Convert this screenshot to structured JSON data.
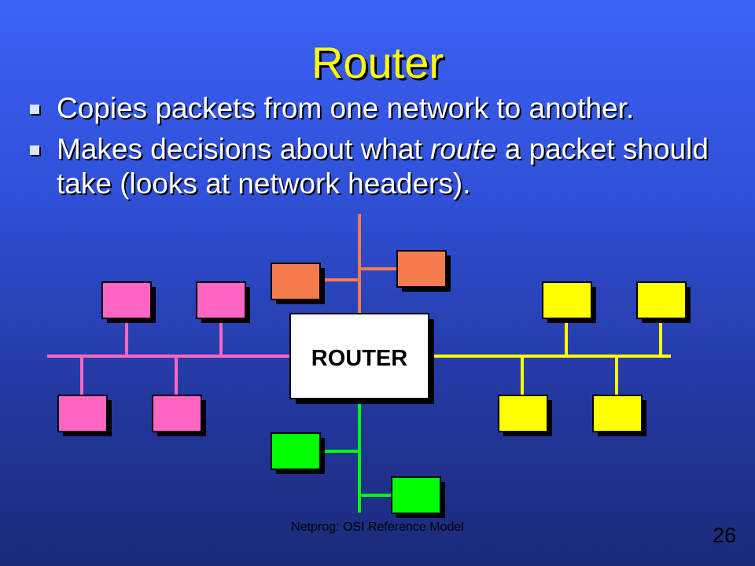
{
  "slide": {
    "title": "Router",
    "bullets": {
      "b1": "Copies packets from one network to another.",
      "b2_pre": "Makes decisions about what ",
      "b2_em": "route",
      "b2_post": " a packet should take (looks at network headers)."
    },
    "footer": "Netprog: OSI Reference Model",
    "page_number": "26"
  },
  "diagram": {
    "router_label": "ROUTER",
    "colors": {
      "pink": "#ff66c4",
      "orange": "#f47c4f",
      "yellow": "#ffff00",
      "green": "#00ff00",
      "router_fill": "#ffffff",
      "outline": "#000000"
    }
  }
}
